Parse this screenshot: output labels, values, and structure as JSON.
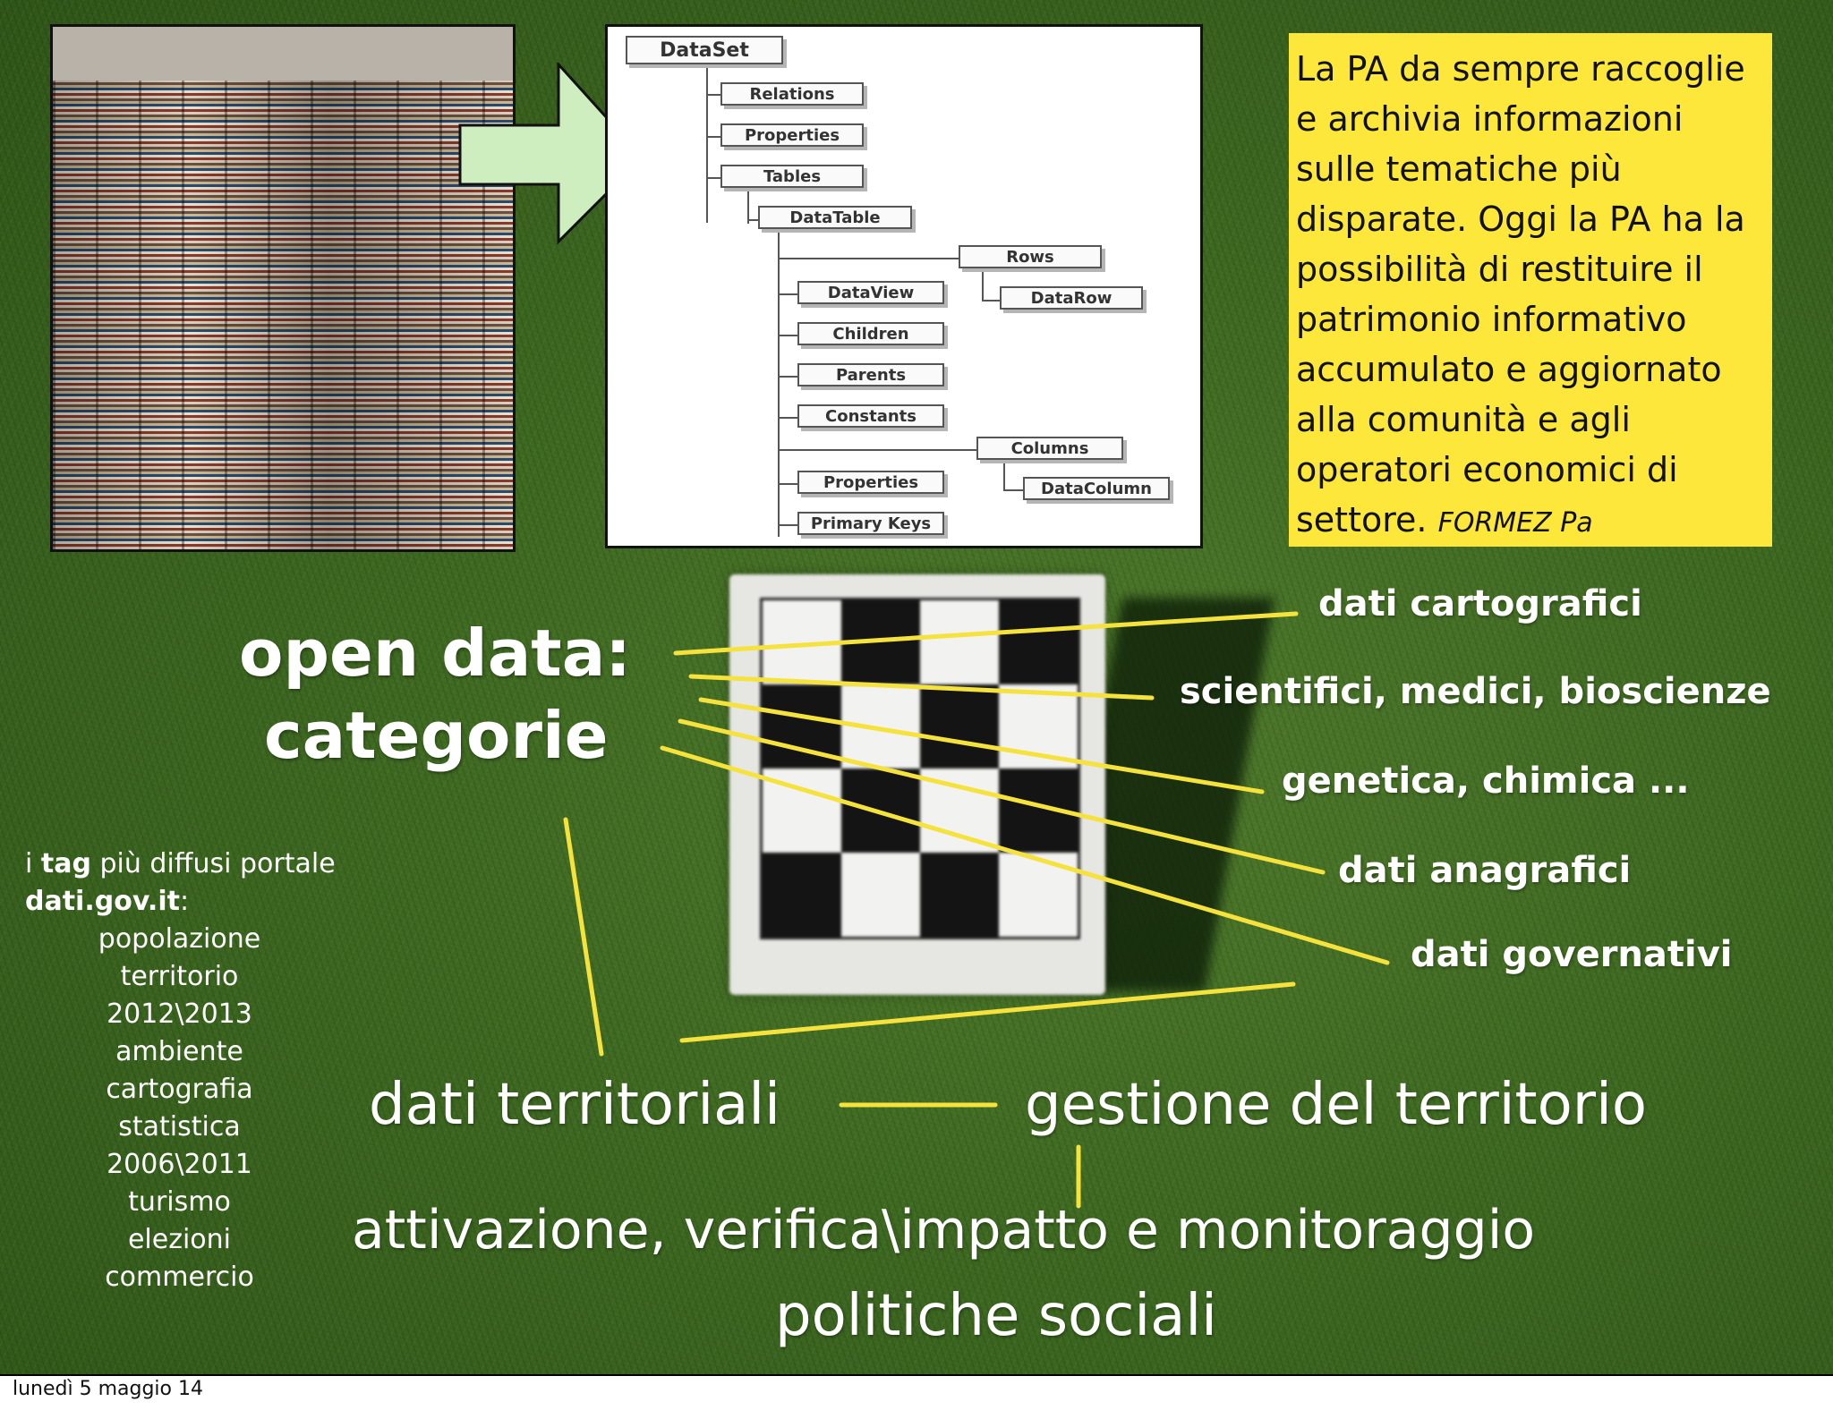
{
  "note": {
    "text": "La PA da sempre raccoglie e archivia informazioni sulle tematiche più disparate. Oggi la PA ha la possibilità di restituire il patrimonio informativo accumulato e aggiornato alla comunità e agli operatori economici di settore.",
    "source": "FORMEZ Pa"
  },
  "diagram": {
    "root": "DataSet",
    "relations": "Relations",
    "properties": "Properties",
    "tables": "Tables",
    "datatable": "DataTable",
    "rows": "Rows",
    "datarow": "DataRow",
    "dataview": "DataView",
    "children": "Children",
    "parents": "Parents",
    "constants": "Constants",
    "columns": "Columns",
    "datacolumn": "DataColumn",
    "properties2": "Properties",
    "primarykeys": "Primary Keys"
  },
  "title": {
    "line1": "open data:",
    "line2": "categorie"
  },
  "categories": [
    "dati cartografici",
    "scientifici, medici, bioscienze",
    "genetica, chimica ...",
    "dati anagrafici",
    "dati governativi"
  ],
  "territorial": "dati territoriali",
  "management": "gestione del territorio",
  "bottom": {
    "line1": "attivazione, verifica\\impatto e monitoraggio",
    "line2": "politiche sociali"
  },
  "tags": {
    "prefix": "i",
    "tag_word": "tag",
    "rest": "più diffusi portale",
    "portal": "dati.gov.it",
    "portal_colon": ":",
    "items": [
      "popolazione",
      "territorio",
      "2012\\2013",
      "ambiente",
      "cartografia",
      "statistica",
      "2006\\2011",
      "turismo",
      "elezioni",
      "commercio"
    ]
  },
  "footer": "lunedì 5 maggio 14",
  "colors": {
    "note_bg": "#fde73a",
    "connector": "#f5e23c",
    "background": "#3f6a22"
  }
}
